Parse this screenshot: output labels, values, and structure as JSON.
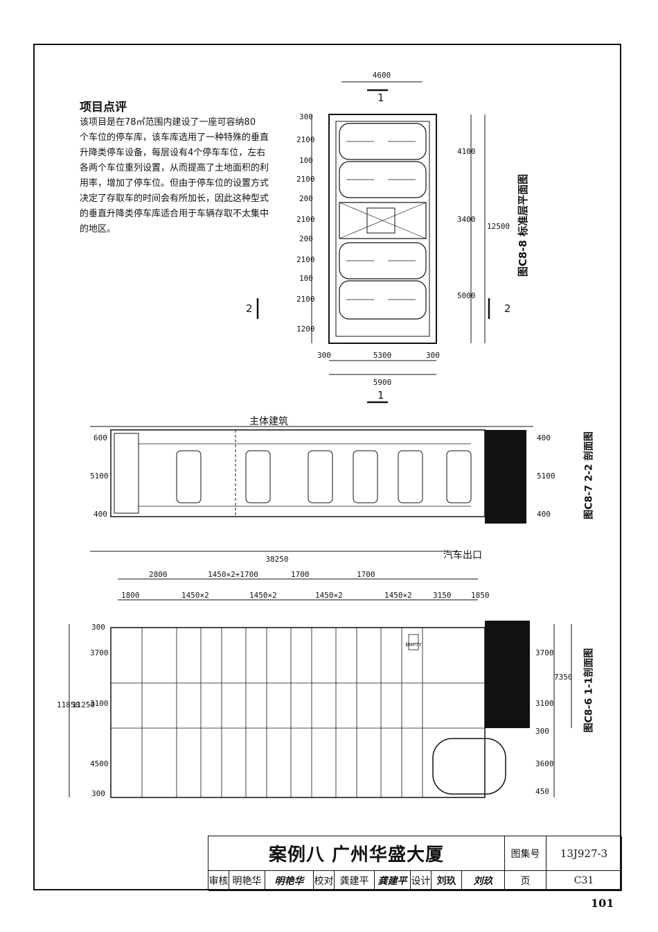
{
  "document": {
    "page_number": "101"
  },
  "comment": {
    "title": "项目点评",
    "lines": [
      "该项目是在78㎡范围内建设了一座可容纳80",
      "个车位的停车库，该车库选用了一种特殊的垂直",
      "升降类停车设备，每层设有4个停车车位，左右",
      "各两个车位重列设置，从而提高了土地面积的利",
      "用率，增加了停车位。但由于停车位的设置方式",
      "决定了存取车的时间会有所加长，因此这种型式",
      "的垂直升降类停车库适合用于车辆存取不太集中",
      "的地区。"
    ]
  },
  "figures": {
    "plan": {
      "caption": "图C8-8 标准层平面图",
      "dims_top": [
        "4600"
      ],
      "dims_left": [
        "300",
        "2100",
        "100",
        "2100",
        "200",
        "2100",
        "200",
        "2100",
        "100",
        "2100",
        "1200"
      ],
      "dims_right_inner": [
        "4100",
        "3400",
        "5000"
      ],
      "dims_right_total": "12500",
      "dims_bottom_inner": [
        "300",
        "5300",
        "300"
      ],
      "dims_bottom_total": "5900",
      "section_mark_1": "1",
      "section_mark_2": "2"
    },
    "section22": {
      "caption": "图C8-7 2-2 剖面图",
      "dims_top": [
        "600",
        "5100",
        "400"
      ],
      "dims_bottom": [
        "400",
        "5100",
        "400"
      ],
      "dim_length": "38250",
      "label_building": "主体建筑",
      "label_exit": "汽车出口"
    },
    "spacing": {
      "dims": [
        "1800",
        "2800",
        "1450×2",
        "1450×2+1700",
        "1450×2",
        "1700",
        "1450×2",
        "1700",
        "1450×2",
        "3150",
        "1850"
      ]
    },
    "section11": {
      "caption": "图C8-6 1-1剖面图",
      "dims_top_total": "11850",
      "dims_top_mid": "11250",
      "dims_top": [
        "300",
        "3700",
        "3100",
        "4500",
        "300"
      ],
      "dims_bottom": [
        "3700",
        "3100",
        "300",
        "3600",
        "450"
      ],
      "dims_bottom_total": "7350",
      "sign_empty": "EMPTY"
    }
  },
  "title_block": {
    "title": "案例八  广州华盛大厦",
    "atlas_label": "图集号",
    "atlas_number": "13J927-3",
    "reviewer_label": "审核",
    "reviewer_name": "明艳华",
    "reviewer_sig": "明艳华",
    "checker_label": "校对",
    "checker_name": "龚建平",
    "checker_sig": "龚建平",
    "designer_label": "设计",
    "designer_name": "刘玖",
    "designer_sig": "刘玖",
    "page_label": "页",
    "page_code": "C31"
  }
}
